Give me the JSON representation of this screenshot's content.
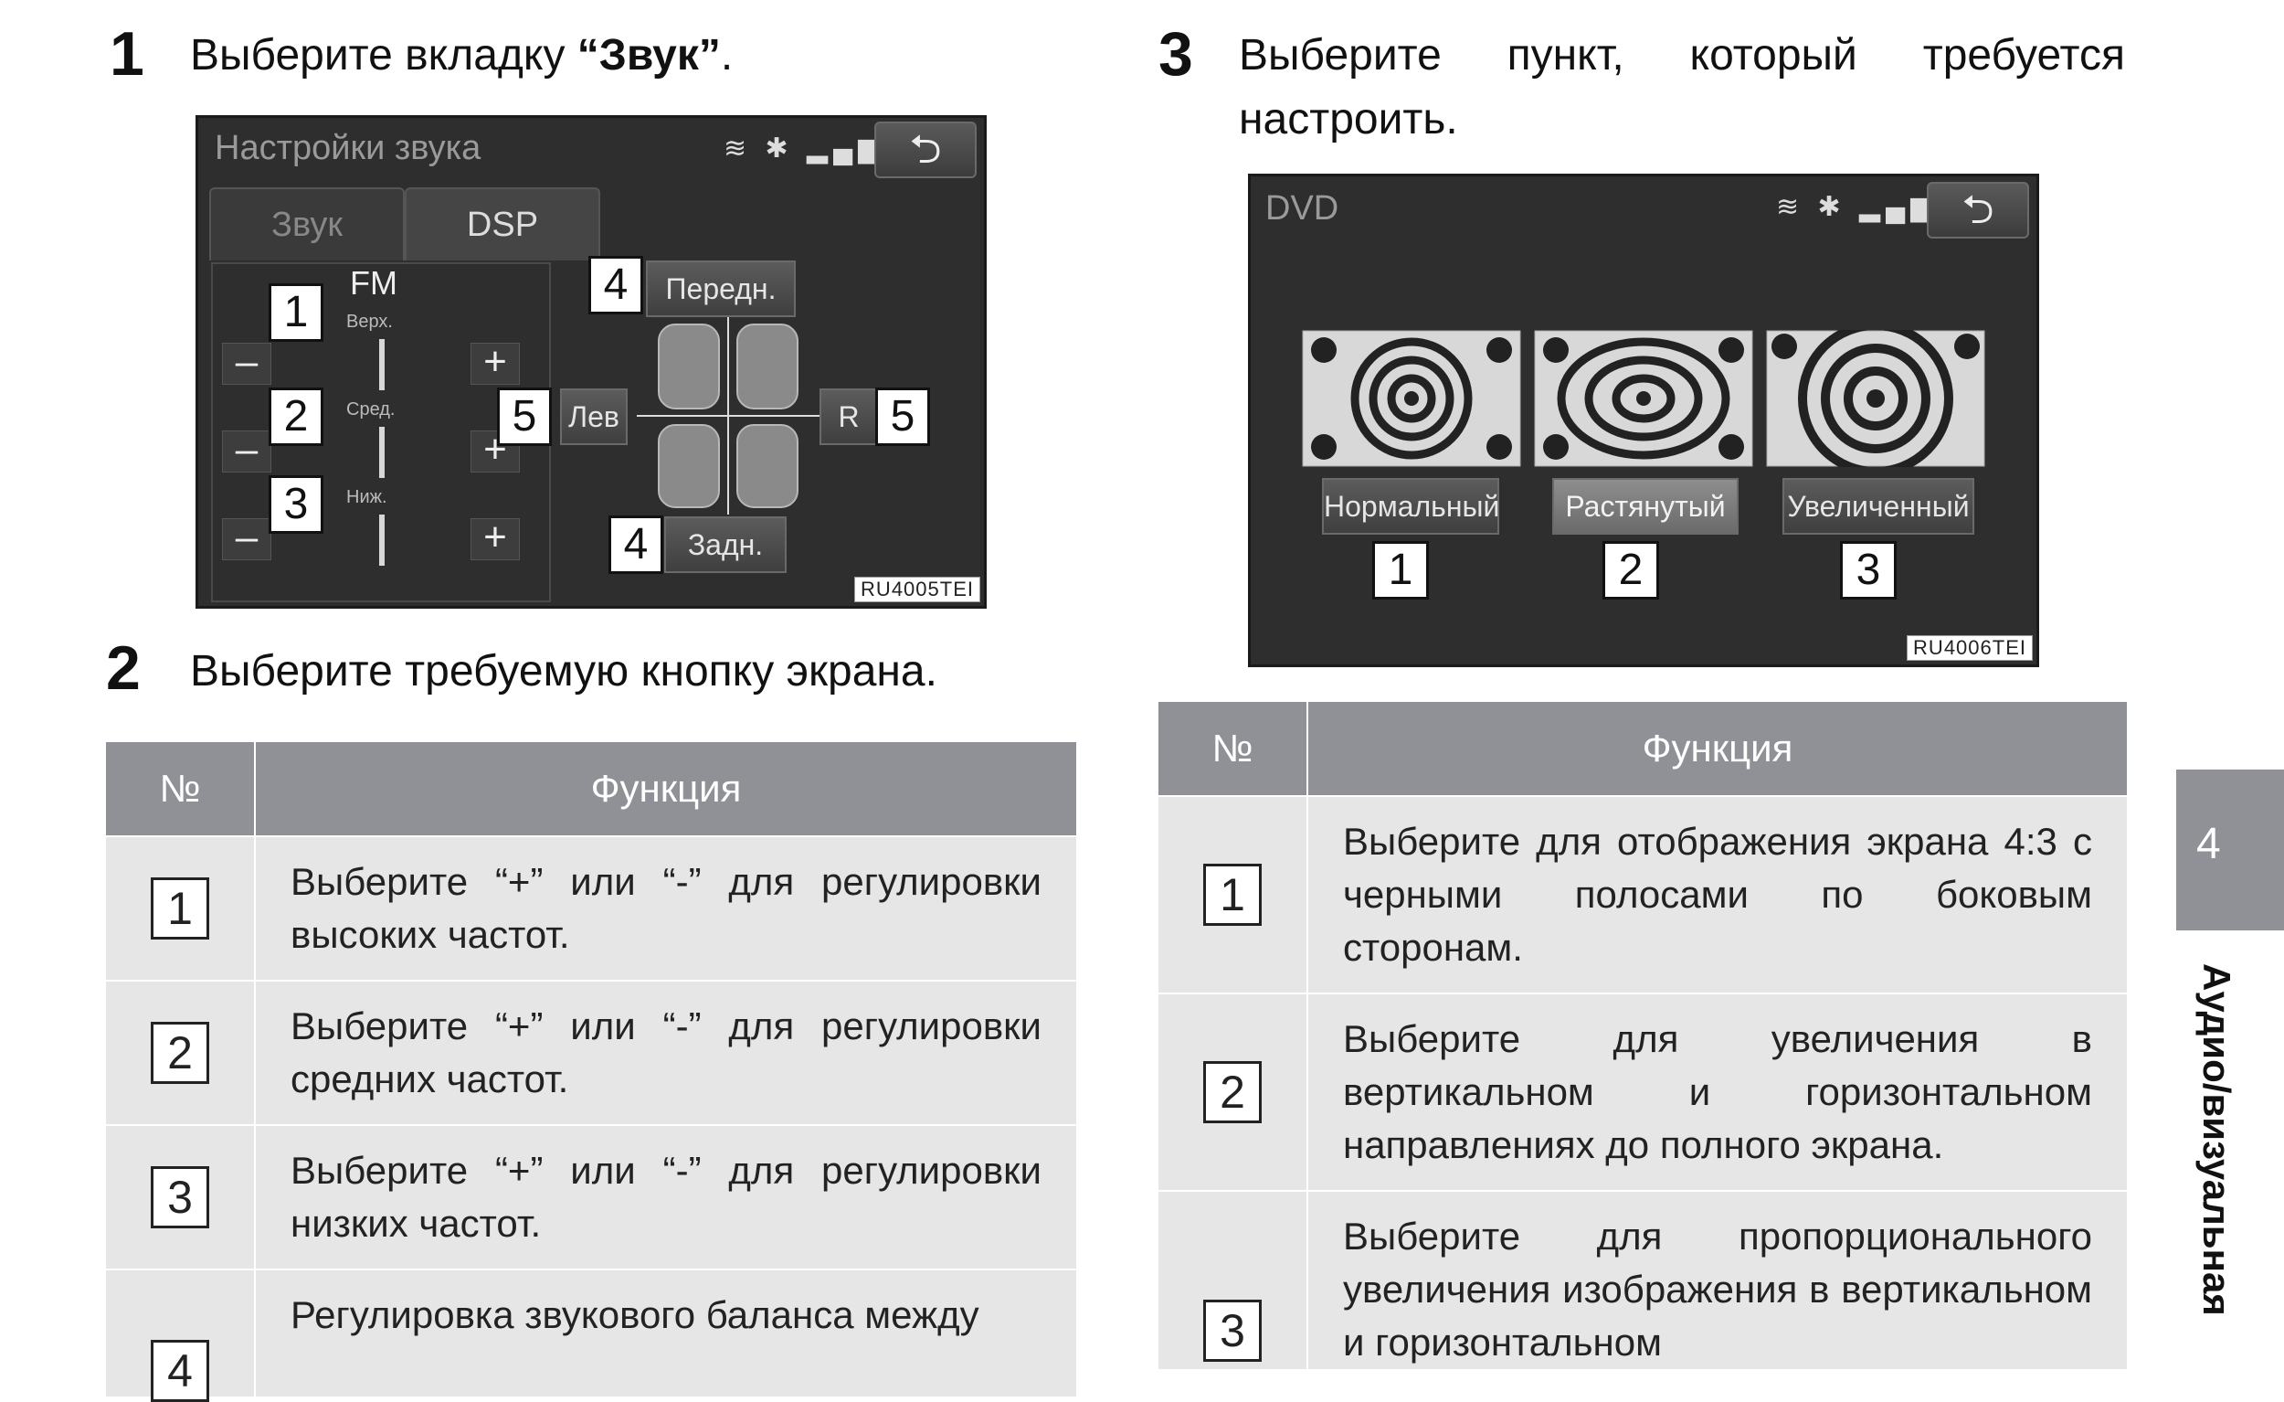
{
  "step1": {
    "num": "1",
    "text_prefix": "Выберите вкладку ",
    "text_bold": "“Звук”",
    "text_suffix": "."
  },
  "step2": {
    "num": "2",
    "text": "Выберите требуемую кнопку экрана."
  },
  "step3": {
    "num": "3",
    "line1": "Выберите пункт, который требуется",
    "line2": "настроить."
  },
  "screen1": {
    "title": "Настройки звука",
    "status_icons": "≋ ✱ ▂▄▆ ▮",
    "back": "⮌",
    "tabs": [
      "Звук",
      "DSP"
    ],
    "band": "FM",
    "labels": {
      "high": "Верх.",
      "mid": "Сред.",
      "low": "Ниж."
    },
    "minus": "–",
    "plus": "+",
    "front": "Передн.",
    "rear": "Задн.",
    "left": "Лев",
    "right": "R",
    "callouts": [
      "1",
      "2",
      "3",
      "4",
      "4",
      "5",
      "5"
    ],
    "code": "RU4005TEI"
  },
  "screen2": {
    "title": "DVD",
    "status_icons": "≋ ✱ ▂▄▆ ▮",
    "back": "⮌",
    "buttons": [
      "Нормальный",
      "Растянутый",
      "Увеличенный"
    ],
    "selected": "Растянутый",
    "callouts": [
      "1",
      "2",
      "3"
    ],
    "code": "RU4006TEI"
  },
  "table1": {
    "headers": [
      "№",
      "Функция"
    ],
    "rows": [
      {
        "num": "1",
        "text": "Выберите “+” или “-” для регулировки высоких частот."
      },
      {
        "num": "2",
        "text": "Выберите “+” или “-” для регулировки средних частот."
      },
      {
        "num": "3",
        "text": "Выберите “+” или “-” для регулировки низких частот."
      },
      {
        "num": "4",
        "text": "Регулировка звукового баланса между"
      }
    ]
  },
  "table2": {
    "headers": [
      "№",
      "Функция"
    ],
    "rows": [
      {
        "num": "1",
        "text": "Выберите для отображения экрана 4:3 с черными полосами по боковым сторонам."
      },
      {
        "num": "2",
        "text": "Выберите для увеличения в вертикальном и горизонтальном направлениях до полного экрана."
      },
      {
        "num": "3",
        "text": "Выберите для пропорционального увеличения изображения в вертикальном и горизонтальном"
      }
    ]
  },
  "side": {
    "tab_num": "4",
    "section": "Аудио/визуальная"
  },
  "colors": {
    "table_header": "#8f9196",
    "table_cell": "#e6e6e6",
    "screen_bg": "#2e2e2e"
  }
}
